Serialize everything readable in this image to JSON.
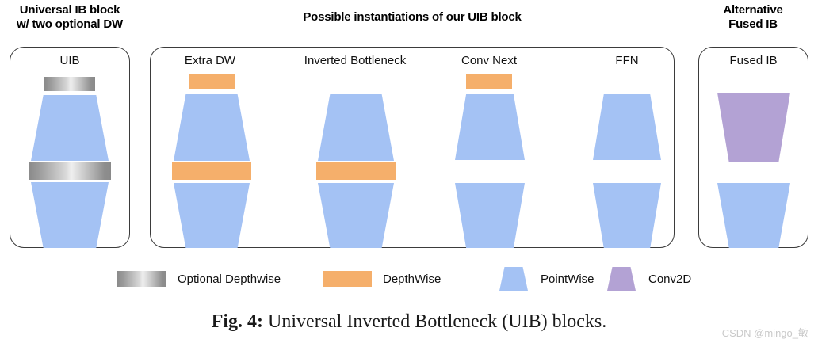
{
  "figure": {
    "caption_prefix": "Fig. 4:",
    "caption_text": "Universal Inverted Bottleneck (UIB) blocks.",
    "watermark": "CSDN @mingo_敏"
  },
  "groups": {
    "left": {
      "title": "Universal IB block\nw/ two optional DW"
    },
    "middle": {
      "title": "Possible instantiations of our UIB block"
    },
    "right": {
      "title": "Alternative\nFused IB"
    }
  },
  "colors": {
    "optional_depthwise": "#9a9a9a",
    "depthwise": "#F5AF6B",
    "pointwise": "#A4C2F4",
    "conv2d": "#B3A2D4",
    "panel_border": "#3b3b3b",
    "background": "#FFFFFF",
    "text": "#111111",
    "watermark": "#C9C9C9"
  },
  "blocks": [
    {
      "id": "uib",
      "label": "UIB",
      "group": "left",
      "layers": [
        {
          "kind": "bar-gray",
          "name": "optional-depthwise-top"
        },
        {
          "kind": "trap-expand",
          "name": "pointwise-expand"
        },
        {
          "kind": "bar-gray",
          "name": "optional-depthwise-mid"
        },
        {
          "kind": "trap-contract",
          "name": "pointwise-project"
        }
      ]
    },
    {
      "id": "extra-dw",
      "label": "Extra DW",
      "group": "middle",
      "layers": [
        {
          "kind": "bar-orange",
          "name": "depthwise-top"
        },
        {
          "kind": "trap-expand",
          "name": "pointwise-expand"
        },
        {
          "kind": "bar-orange",
          "name": "depthwise-mid"
        },
        {
          "kind": "trap-contract",
          "name": "pointwise-project"
        }
      ]
    },
    {
      "id": "inverted-bottleneck",
      "label": "Inverted Bottleneck",
      "group": "middle",
      "layers": [
        {
          "kind": "trap-expand",
          "name": "pointwise-expand"
        },
        {
          "kind": "bar-orange",
          "name": "depthwise-mid"
        },
        {
          "kind": "trap-contract",
          "name": "pointwise-project"
        }
      ]
    },
    {
      "id": "conv-next",
      "label": "Conv Next",
      "group": "middle",
      "layers": [
        {
          "kind": "bar-orange",
          "name": "depthwise-top"
        },
        {
          "kind": "trap-expand",
          "name": "pointwise-expand"
        },
        {
          "kind": "trap-contract",
          "name": "pointwise-project"
        }
      ]
    },
    {
      "id": "ffn",
      "label": "FFN",
      "group": "middle",
      "layers": [
        {
          "kind": "trap-expand",
          "name": "pointwise-expand"
        },
        {
          "kind": "trap-contract",
          "name": "pointwise-project"
        }
      ]
    },
    {
      "id": "fused-ib",
      "label": "Fused IB",
      "group": "right",
      "layers": [
        {
          "kind": "trap-expand-purple",
          "name": "conv2d-expand"
        },
        {
          "kind": "trap-contract",
          "name": "pointwise-project"
        }
      ]
    }
  ],
  "legend": {
    "items": [
      {
        "swatch": "gray",
        "label": "Optional Depthwise"
      },
      {
        "swatch": "orange",
        "label": "DepthWise"
      },
      {
        "swatch": "blue-trap",
        "label": "PointWise"
      },
      {
        "swatch": "purple-trap",
        "label": "Conv2D"
      }
    ]
  }
}
